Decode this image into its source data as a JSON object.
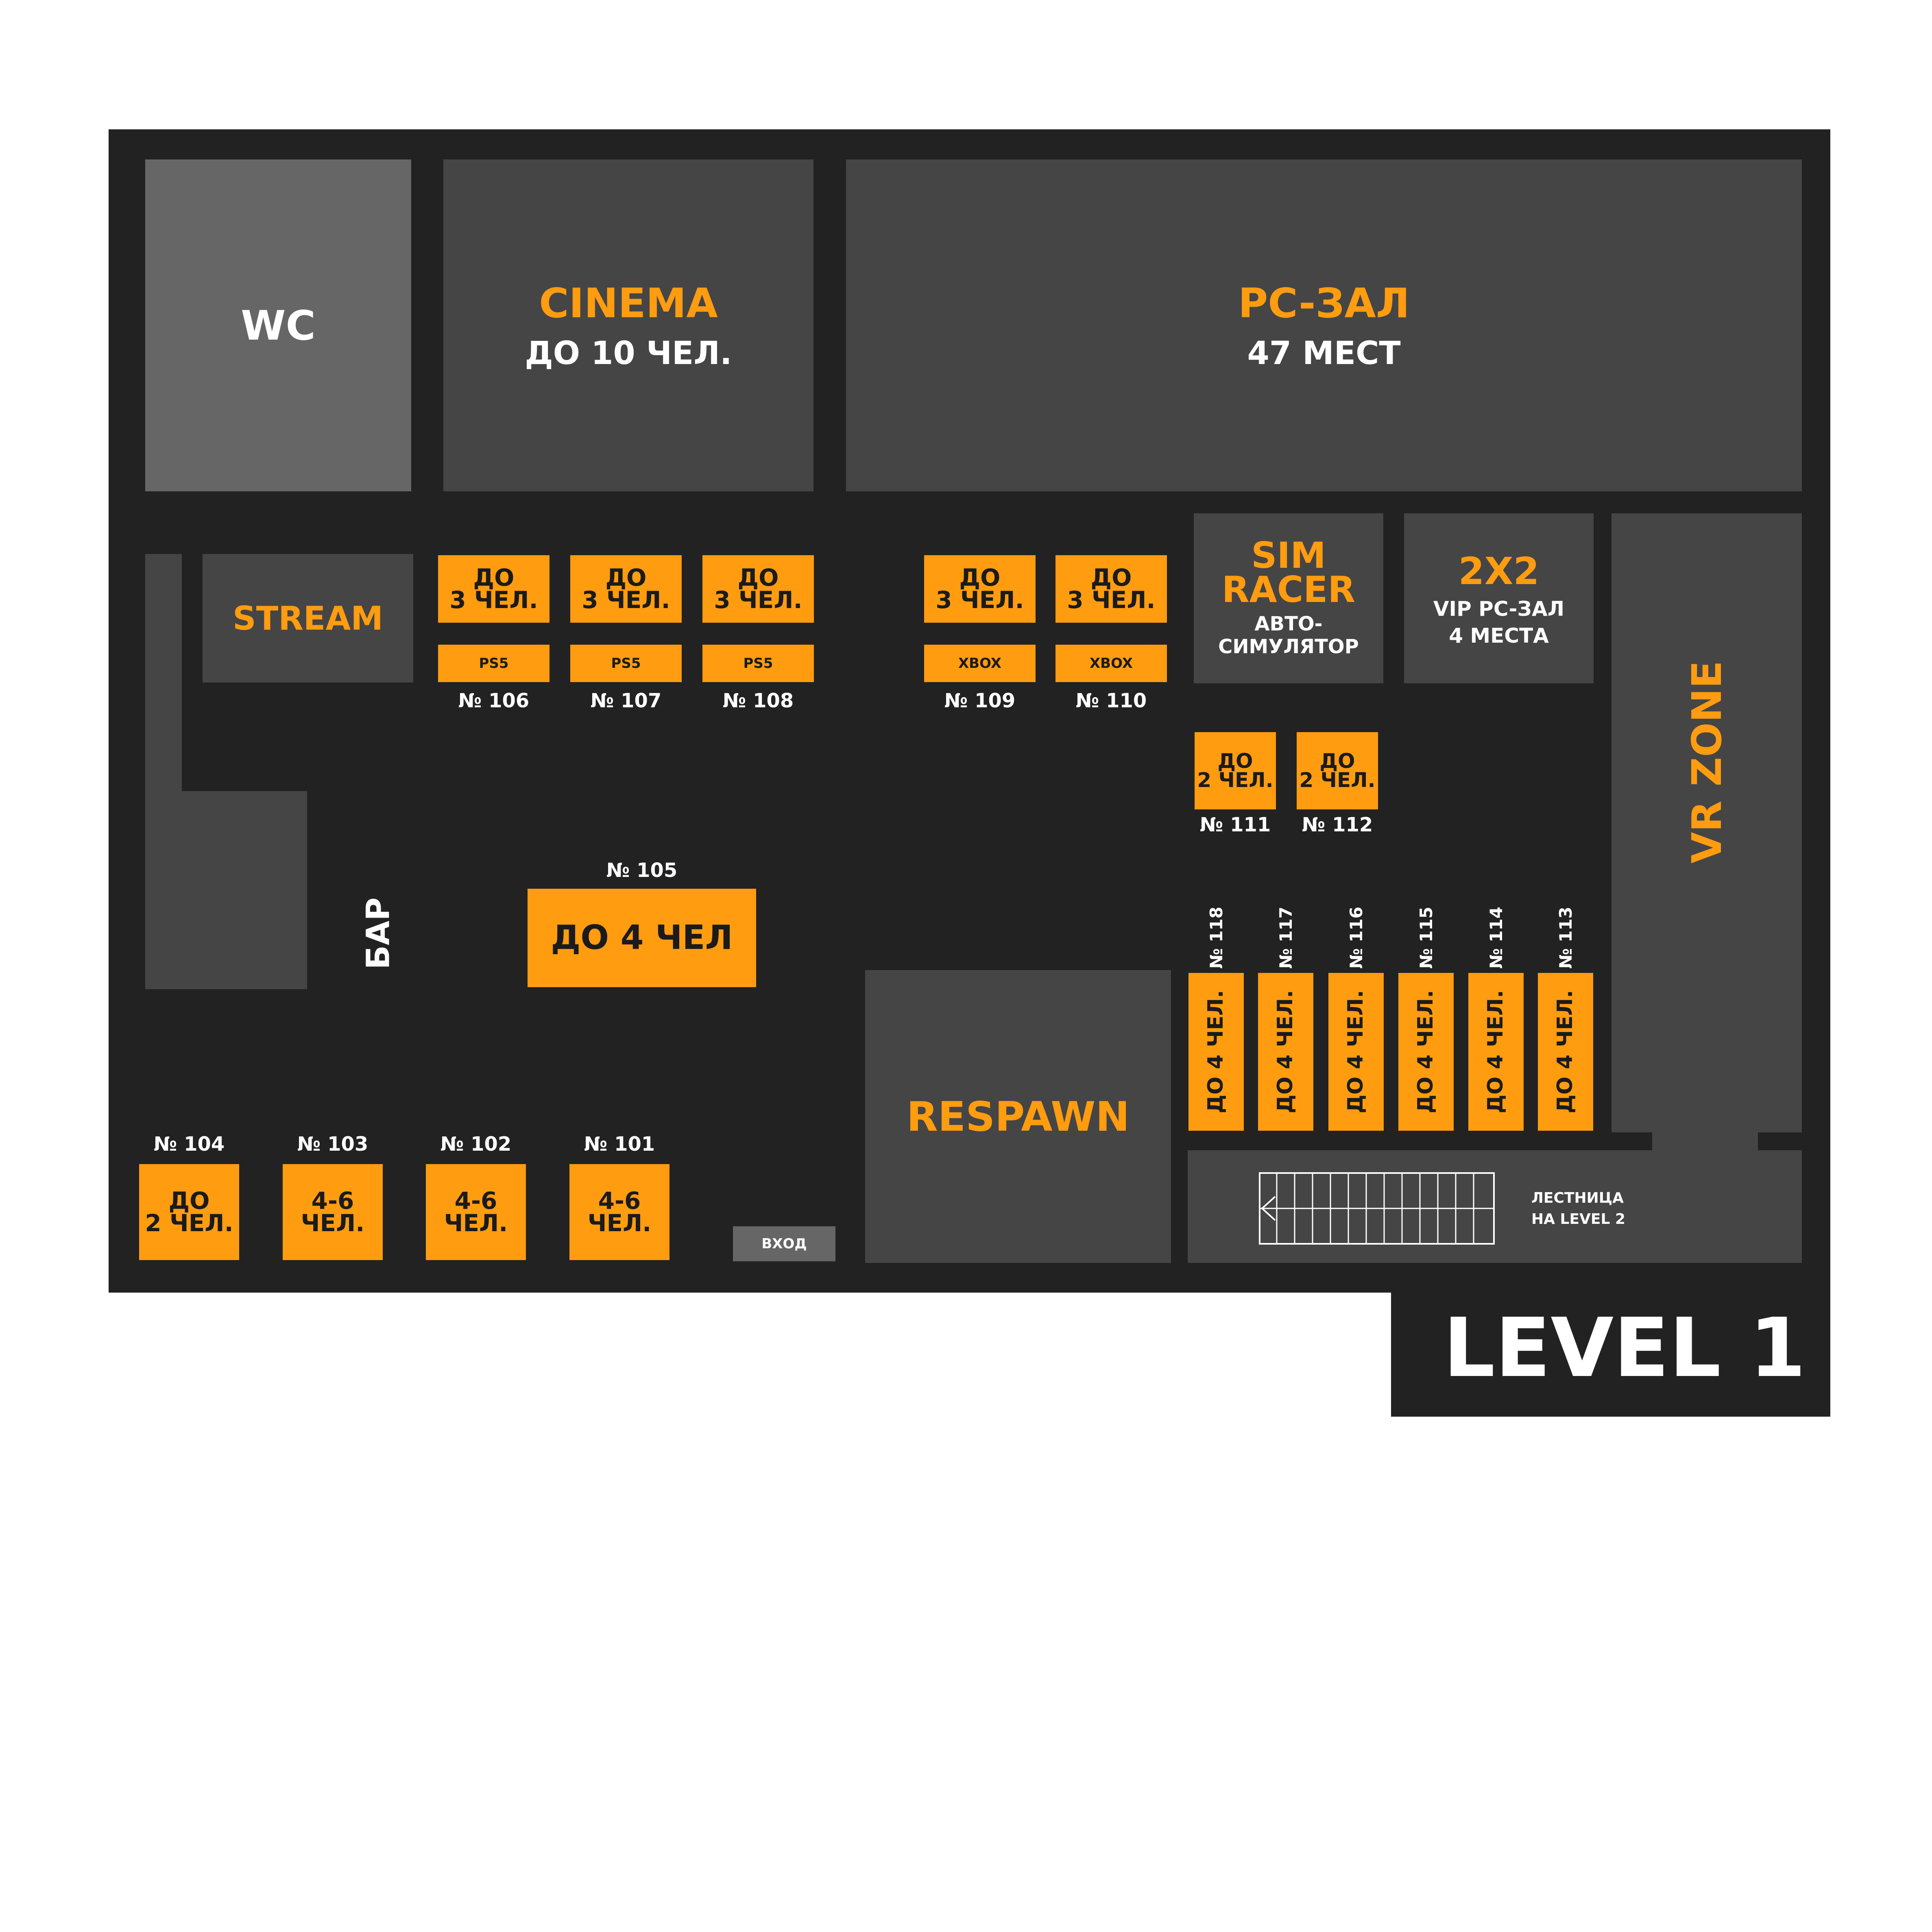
{
  "level_title": "LEVEL 1",
  "rooms": {
    "wc": "WC",
    "cinema": {
      "name": "CINEMA",
      "capacity": "ДО 10 ЧЕЛ."
    },
    "pc_hall": {
      "name": "PC-ЗАЛ",
      "capacity": "47 МЕСТ"
    },
    "stream": "STREAM",
    "sim_racer": {
      "name_line1": "SIM",
      "name_line2": "RACER",
      "desc_line1": "АВТО-",
      "desc_line2": "СИМУЛЯТОР"
    },
    "vip": {
      "name": "2X2",
      "desc_line1": "VIP PC-ЗАЛ",
      "desc_line2": "4 МЕСТА"
    },
    "vr_zone": "VR ZONE",
    "respawn": "RESPAWN",
    "bar": "БАР",
    "entrance": "ВХОД",
    "stairs": {
      "line1": "ЛЕСТНИЦА",
      "line2": "НА LEVEL 2"
    }
  },
  "console_booths": [
    {
      "number": "№ 106",
      "cap1": "ДО",
      "cap2": "3 ЧЕЛ.",
      "console": "PS5"
    },
    {
      "number": "№ 107",
      "cap1": "ДО",
      "cap2": "3 ЧЕЛ.",
      "console": "PS5"
    },
    {
      "number": "№ 108",
      "cap1": "ДО",
      "cap2": "3 ЧЕЛ.",
      "console": "PS5"
    },
    {
      "number": "№ 109",
      "cap1": "ДО",
      "cap2": "3 ЧЕЛ.",
      "console": "XBOX"
    },
    {
      "number": "№ 110",
      "cap1": "ДО",
      "cap2": "3 ЧЕЛ.",
      "console": "XBOX"
    }
  ],
  "small_booths": [
    {
      "number": "№ 111",
      "cap1": "ДО",
      "cap2": "2 ЧЕЛ."
    },
    {
      "number": "№ 112",
      "cap1": "ДО",
      "cap2": "2 ЧЕЛ."
    }
  ],
  "table_105": {
    "number": "№ 105",
    "capacity": "ДО 4 ЧЕЛ"
  },
  "bottom_tables": [
    {
      "number": "№ 104",
      "cap1": "ДО",
      "cap2": "2 ЧЕЛ."
    },
    {
      "number": "№ 103",
      "cap1": "4-6",
      "cap2": "ЧЕЛ."
    },
    {
      "number": "№ 102",
      "cap1": "4-6",
      "cap2": "ЧЕЛ."
    },
    {
      "number": "№ 101",
      "cap1": "4-6",
      "cap2": "ЧЕЛ."
    }
  ],
  "vertical_seats": [
    {
      "number": "№ 118",
      "capacity": "ДО 4 ЧЕЛ."
    },
    {
      "number": "№ 117",
      "capacity": "ДО 4 ЧЕЛ."
    },
    {
      "number": "№ 116",
      "capacity": "ДО 4 ЧЕЛ."
    },
    {
      "number": "№ 115",
      "capacity": "ДО 4 ЧЕЛ."
    },
    {
      "number": "№ 114",
      "capacity": "ДО 4 ЧЕЛ."
    },
    {
      "number": "№ 113",
      "capacity": "ДО 4 ЧЕЛ."
    }
  ],
  "colors": {
    "floor": "#222223",
    "room": "#454546",
    "wc": "#666667",
    "accent": "#ff9c10",
    "text": "#ffffff"
  }
}
